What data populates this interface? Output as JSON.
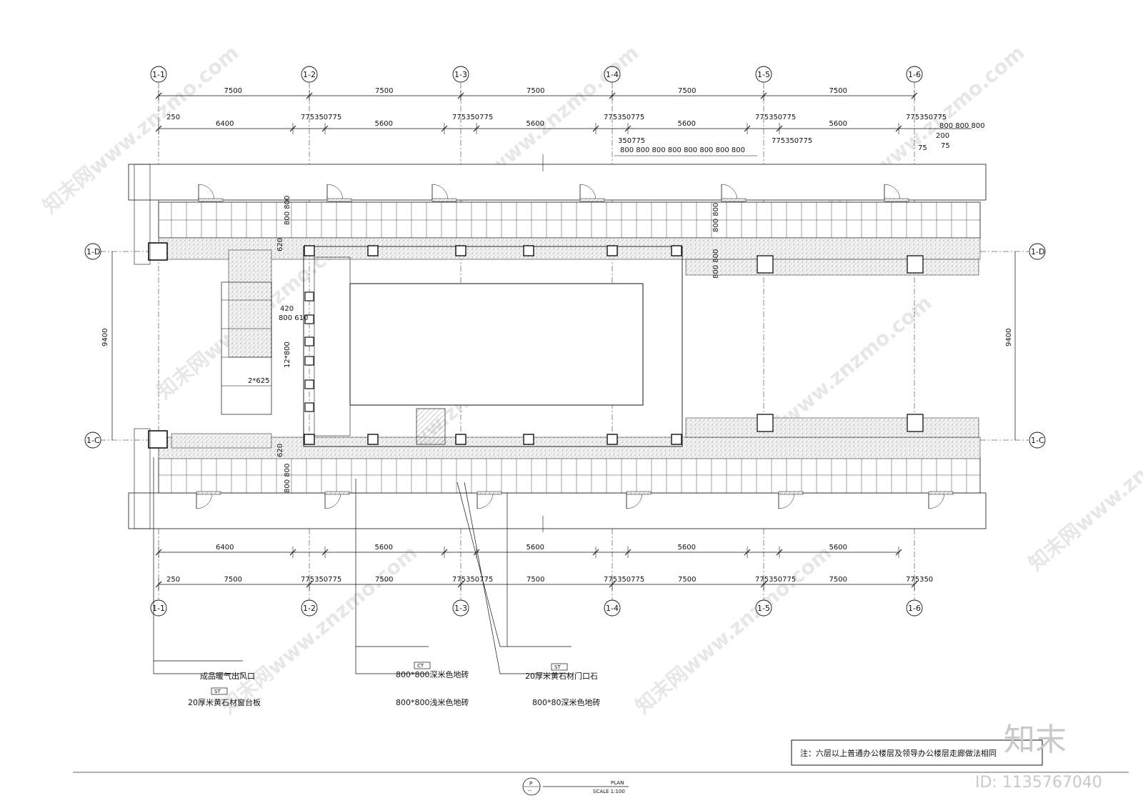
{
  "grid_top": [
    "1-1",
    "1-2",
    "1-3",
    "1-4",
    "1-5",
    "1-6"
  ],
  "grid_side": [
    "1-D",
    "1-C"
  ],
  "dims_bay": [
    "7500",
    "7500",
    "7500",
    "7500",
    "7500"
  ],
  "dims_clear": [
    "6400",
    "5600",
    "5600",
    "5600",
    "5600"
  ],
  "dims_small_top": [
    "250",
    "775350775",
    "775350775",
    "775350775",
    "775350775",
    "775350775"
  ],
  "dims_small_bottom": [
    "250",
    "775350775",
    "775350775",
    "775350775",
    "775350775",
    "775350"
  ],
  "dims_right_top": "800 800 800",
  "dims_tiles": "800 800 800 800 800 800 800 800",
  "dims_350_775": "350775",
  "dims_second_row": "775350775",
  "dims_200": "200",
  "dims_75a": "75",
  "dims_75b": "75",
  "dims_depth": "9400",
  "dims_left_vertical": [
    "800 800",
    "800 800",
    "620",
    "620",
    "420",
    "800 610",
    "12*800",
    "2*625"
  ],
  "material_labels": {
    "radiator": "成品暖气出风口",
    "sill_tag": "ST",
    "sill": "20厚米黄石材窗台板",
    "dark_tile_tag": "CT",
    "dark_tile": "800*800深米色地砖",
    "light_tile": "800*800浅米色地砖",
    "door_stone_tag": "ST",
    "door_stone": "20厚米黄石材门口石",
    "dark_tile_2": "800*80深米色地砖"
  },
  "note": "注：六层以上普通办公楼层及领导办公楼层走廊做法相同",
  "title": {
    "symbol_top": "P",
    "symbol_bottom": "--",
    "name": "PLAN",
    "scale": "SCALE 1:100"
  },
  "watermark": {
    "text": "知末网www.znzmo.com",
    "logo": "知末",
    "id": "ID: 1135767040"
  },
  "colors": {
    "line": "#111111",
    "hatch": "#888888",
    "watermark": "#c9c9c9"
  }
}
